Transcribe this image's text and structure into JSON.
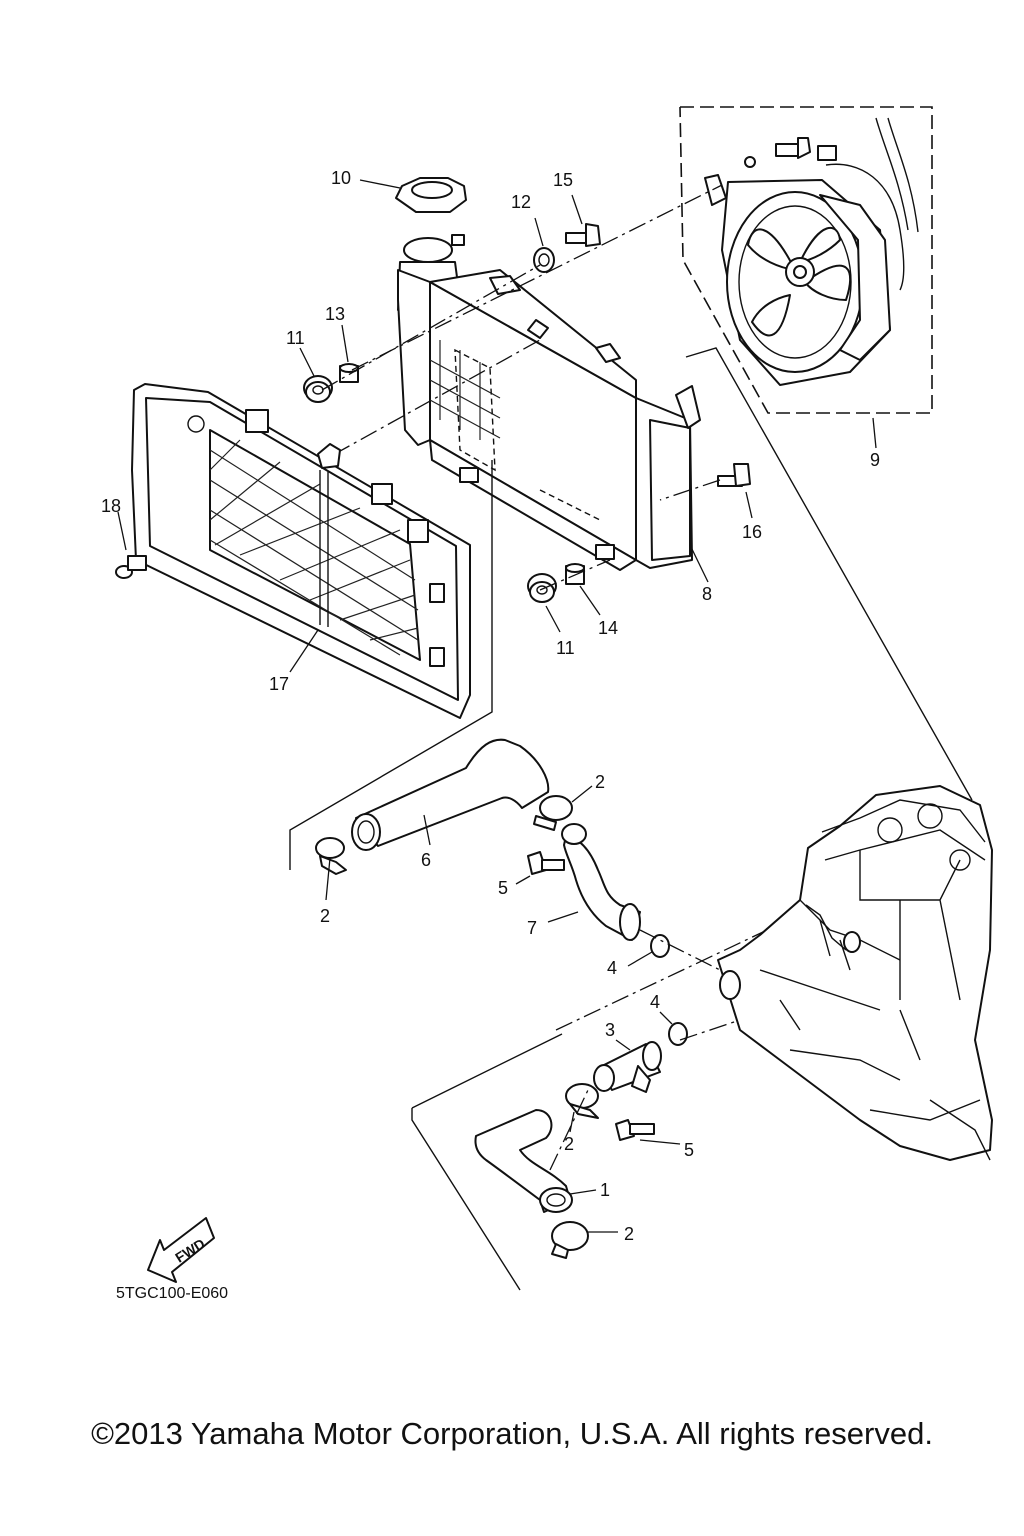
{
  "diagram": {
    "drawing_code": "5TGC100-E060",
    "fwd_label": "FWD",
    "callouts": [
      {
        "id": "c10",
        "label": "10"
      },
      {
        "id": "c12",
        "label": "12"
      },
      {
        "id": "c15",
        "label": "15"
      },
      {
        "id": "c13",
        "label": "13"
      },
      {
        "id": "c11a",
        "label": "11"
      },
      {
        "id": "c18",
        "label": "18"
      },
      {
        "id": "c17",
        "label": "17"
      },
      {
        "id": "c16",
        "label": "16"
      },
      {
        "id": "c9",
        "label": "9"
      },
      {
        "id": "c8",
        "label": "8"
      },
      {
        "id": "c14",
        "label": "14"
      },
      {
        "id": "c11b",
        "label": "11"
      },
      {
        "id": "c2a",
        "label": "2"
      },
      {
        "id": "c6",
        "label": "6"
      },
      {
        "id": "c2b",
        "label": "2"
      },
      {
        "id": "c5a",
        "label": "5"
      },
      {
        "id": "c7",
        "label": "7"
      },
      {
        "id": "c4a",
        "label": "4"
      },
      {
        "id": "c4b",
        "label": "4"
      },
      {
        "id": "c3",
        "label": "3"
      },
      {
        "id": "c2c",
        "label": "2"
      },
      {
        "id": "c5b",
        "label": "5"
      },
      {
        "id": "c1",
        "label": "1"
      },
      {
        "id": "c2d",
        "label": "2"
      }
    ]
  },
  "footer": {
    "copyright": "©2013 Yamaha Motor Corporation, U.S.A. All rights reserved."
  }
}
